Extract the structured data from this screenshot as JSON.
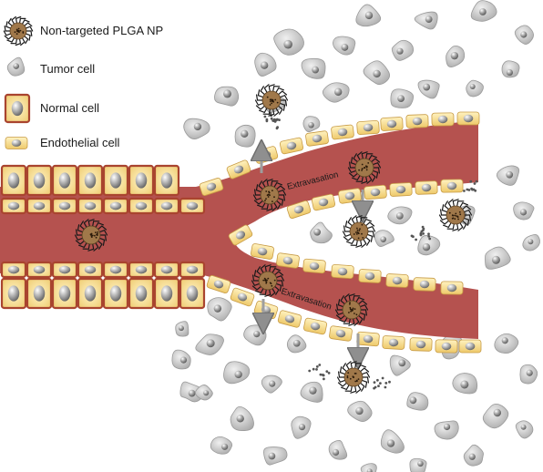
{
  "legend": {
    "nanoparticle": "Non-targeted PLGA NP",
    "tumor_cell": "Tumor cell",
    "normal_cell": "Normal cell",
    "endothelial_cell": "Endothelial cell"
  },
  "annotations": {
    "extravasation_upper": "Extravasation",
    "extravasation_lower": "Extravasation"
  },
  "colors": {
    "vessel": "#b5524f",
    "tumor_cell": "#c9c9c9",
    "normal_cell_border": "#a9442f",
    "normal_cell_fill": "#f4d98a",
    "endothelial_fill": "#f6dc8e",
    "nanoparticle": "#a0784a",
    "arrow": "#9e9e9e"
  }
}
